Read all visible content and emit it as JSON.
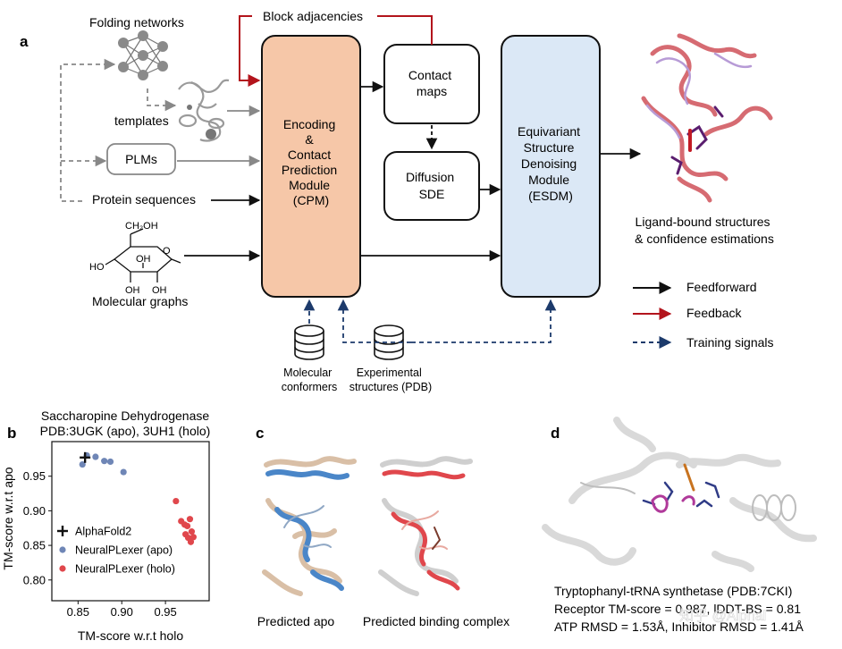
{
  "panel_a": {
    "letter": "a",
    "inputs": {
      "folding_networks": "Folding networks",
      "templates": "templates",
      "plms": "PLMs",
      "protein_sequences": "Protein sequences",
      "molecular_graphs": "Molecular graphs",
      "glucose_labels": [
        "CH₂OH",
        "O",
        "OH",
        "HO",
        "OH",
        "OH"
      ]
    },
    "block_adjacencies": "Block adjacencies",
    "cpm": [
      "Encoding",
      "&",
      "Contact",
      "Prediction",
      "Module",
      "(CPM)"
    ],
    "contact_maps": [
      "Contact",
      "maps"
    ],
    "diffusion": [
      "Diffusion",
      "SDE"
    ],
    "esdm": [
      "Equivariant",
      "Structure",
      "Denoising",
      "Module",
      "(ESDM)"
    ],
    "output_caption": [
      "Ligand-bound structures",
      "& confidence estimations"
    ],
    "databases": {
      "molecular_conformers": [
        "Molecular",
        "conformers"
      ],
      "experimental_structures": [
        "Experimental",
        "structures (PDB)"
      ]
    },
    "legend": {
      "feedforward": "Feedforward",
      "feedback": "Feedback",
      "training": "Training signals"
    },
    "colors": {
      "cpm_fill": "#f6c7a8",
      "esdm_fill": "#dbe8f6",
      "feedback": "#b3141c",
      "training": "#1c3a6b",
      "template_arrow": "#888888"
    }
  },
  "panel_b": {
    "letter": "b",
    "title_line1": "Saccharopine Dehydrogenase",
    "title_line2": "PDB:3UGK (apo), 3UH1 (holo)"
  },
  "panel_c": {
    "letter": "c",
    "caption_apo": "Predicted apo",
    "caption_complex": "Predicted binding complex"
  },
  "panel_d": {
    "letter": "d",
    "caption": [
      "Tryptophanyl-tRNA synthetase (PDB:7CKI)",
      "Receptor TM-score = 0.987, lDDT-BS = 0.81",
      "ATP RMSD = 1.53Å, Inhibitor RMSD = 1.41Å"
    ],
    "watermark": "知乎 @Alphal"
  },
  "chart_data": {
    "type": "scatter",
    "title": "",
    "xlabel": "TM-score w.r.t holo",
    "ylabel": "TM-score w.r.t apo",
    "xlim": [
      0.82,
      1.0
    ],
    "ylim": [
      0.77,
      1.0
    ],
    "x_ticks": [
      0.85,
      0.9,
      0.95
    ],
    "y_ticks": [
      0.8,
      0.85,
      0.9,
      0.95
    ],
    "x_tick_labels": [
      "0.85",
      "0.90",
      "0.95"
    ],
    "y_tick_labels": [
      "0.80",
      "0.85",
      "0.90",
      "0.95"
    ],
    "grid": false,
    "legend_position": "lower-left",
    "series": [
      {
        "name": "AlphaFold2",
        "marker": "plus",
        "color": "#111111",
        "x": [
          0.858
        ],
        "y": [
          0.977
        ]
      },
      {
        "name": "NeuralPLexer (apo)",
        "marker": "circle",
        "color": "#6f86b6",
        "x": [
          0.855,
          0.86,
          0.87,
          0.88,
          0.887,
          0.902
        ],
        "y": [
          0.967,
          0.98,
          0.978,
          0.972,
          0.971,
          0.956
        ]
      },
      {
        "name": "NeuralPLexer (holo)",
        "marker": "circle",
        "color": "#e0474c",
        "x": [
          0.962,
          0.968,
          0.972,
          0.975,
          0.978,
          0.973,
          0.98,
          0.976,
          0.979,
          0.982
        ],
        "y": [
          0.914,
          0.885,
          0.88,
          0.878,
          0.888,
          0.866,
          0.87,
          0.861,
          0.855,
          0.862
        ]
      }
    ]
  }
}
